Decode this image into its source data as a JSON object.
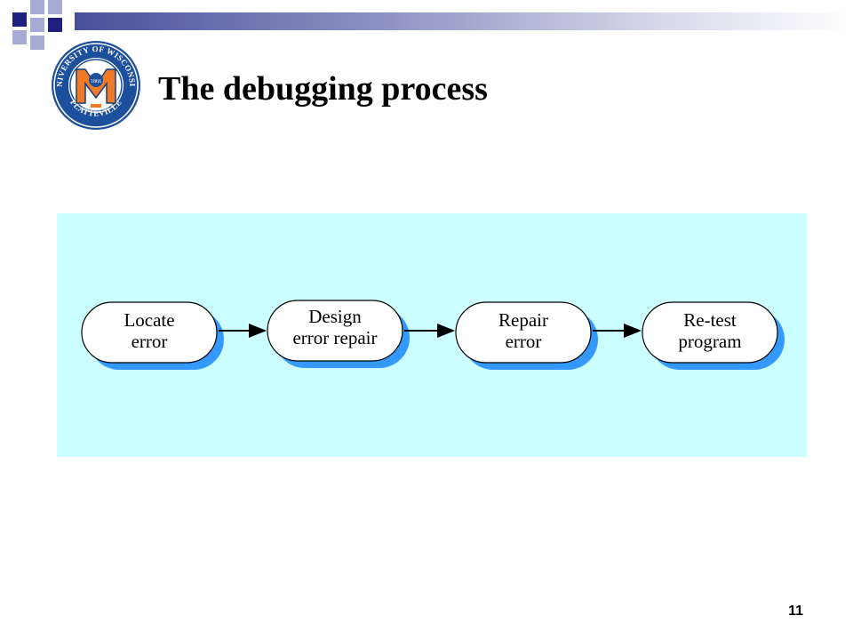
{
  "slide": {
    "title": "The debugging process",
    "page_number": "11"
  },
  "logo": {
    "ring_text": "UNIVERSITY OF WISCONSIN",
    "bottom_text": "PLATTEVILLE",
    "year": "1866",
    "colors": {
      "ring": "#1c4f9c",
      "letter": "#f07a28",
      "outline": "#153d7a"
    }
  },
  "diagram": {
    "background": "#ccffff",
    "node_fill": "#ffffff",
    "node_shadow": "#3399ff",
    "nodes": [
      {
        "line1": "Locate",
        "line2": "error"
      },
      {
        "line1": "Design",
        "line2": "error repair"
      },
      {
        "line1": "Repair",
        "line2": "error"
      },
      {
        "line1": "Re-test",
        "line2": "program"
      }
    ]
  }
}
